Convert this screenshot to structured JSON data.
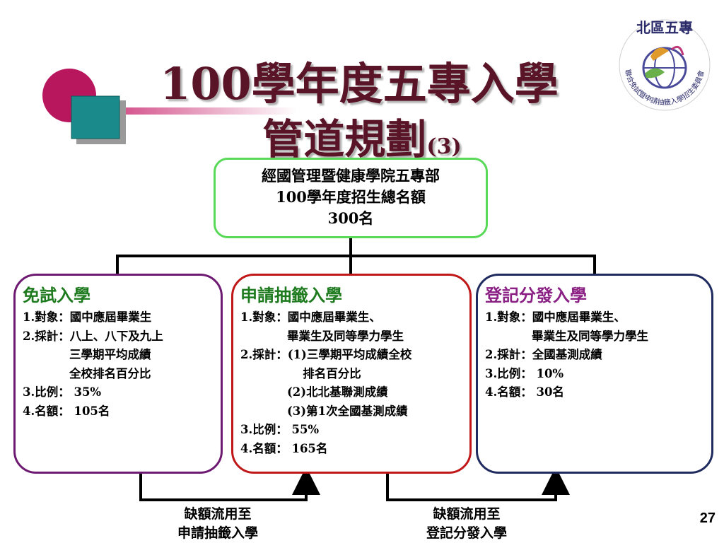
{
  "title": {
    "line1": "100學年度五專入學",
    "line2": "管道規劃",
    "suffix": "(3)"
  },
  "logo": {
    "top_text": "北區五專",
    "ring_text": "聯合免試暨申請抽籤入學招生委員會"
  },
  "top_box": {
    "lines": [
      "經國管理暨健康學院五專部",
      "100學年度招生總名額",
      "300名"
    ]
  },
  "cards": {
    "left": {
      "title": "免試入學",
      "lines": [
        "1.對象：國中應屆畢業生",
        "2.採計：八上、八下及九上",
        "　　　　三學期平均成績",
        "　　　　全校排名百分比",
        "3.比例： 35%",
        "4.名額： 105名"
      ]
    },
    "mid": {
      "title": "申請抽籤入學",
      "lines": [
        "1.對象：國中應屆畢業生、",
        "　　　　畢業生及同等學力學生",
        "2.採計：(1)三學期平均成績全校",
        "　　　　　 排名百分比",
        "　　　　(2)北北基聯測成績",
        "　　　　(3)第1次全國基測成績",
        "3.比例： 55%",
        "4.名額： 165名"
      ]
    },
    "right": {
      "title": "登記分發入學",
      "lines": [
        "1.對象：國中應屆畢業生、",
        "　　　　畢業生及同等學力學生",
        "2.採計：全國基測成績",
        "3.比例： 10%",
        "4.名額： 30名"
      ]
    }
  },
  "notes": {
    "to_mid": [
      "缺額流用至",
      "申請抽籤入學"
    ],
    "to_right": [
      "缺額流用至",
      "登記分發入學"
    ]
  },
  "page_number": "27",
  "colors": {
    "title": "#5a1428",
    "top_border": "#58d958",
    "left_border": "#6e1a72",
    "mid_border": "#c01818",
    "right_border": "#1f2a5f",
    "green_heading": "#1e7a1e",
    "purple_heading": "#8a1f84"
  }
}
